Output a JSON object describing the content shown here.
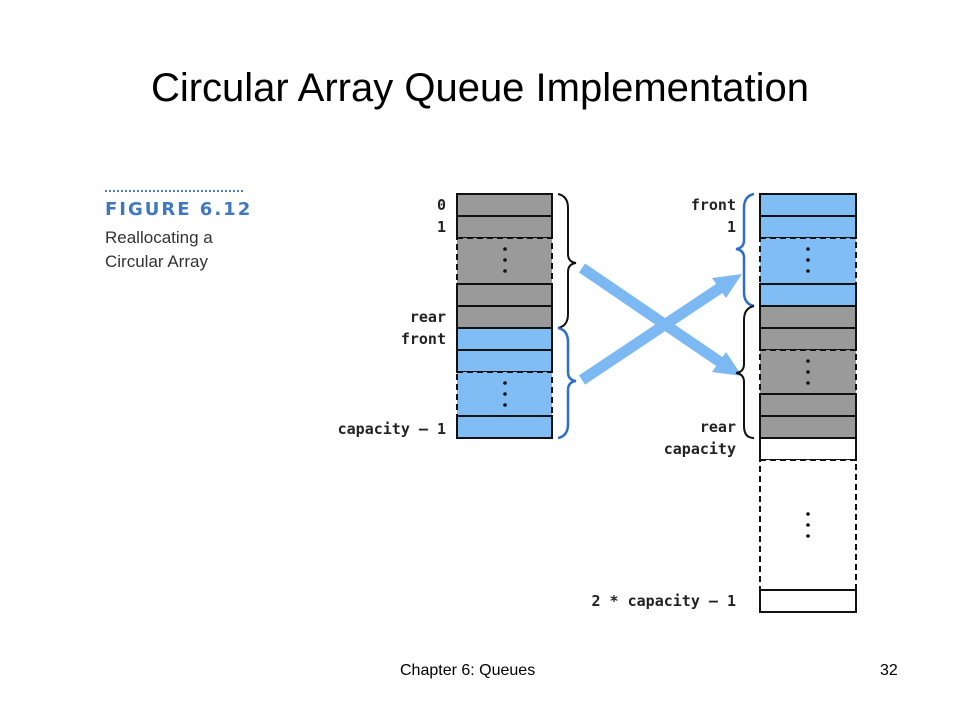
{
  "slide": {
    "title": "Circular Array Queue Implementation",
    "footer_left": "Chapter 6: Queues",
    "footer_right": "32"
  },
  "figure": {
    "label": "FIGURE 6.12",
    "caption": "Reallocating a Circular Array"
  },
  "left_array": {
    "labels": {
      "index0": "0",
      "index1": "1",
      "rear": "rear",
      "front": "front",
      "last": "capacity – 1"
    }
  },
  "right_array": {
    "labels": {
      "front": "front",
      "index1": "1",
      "rear": "rear",
      "capacity": "capacity",
      "last": "2 * capacity – 1"
    }
  },
  "colors": {
    "blue_cell": "#80bdf5",
    "gray_cell": "#9a9a9a",
    "empty_cell": "#ffffff",
    "brace": "#2f6fc9",
    "arrow": "#7cb9f2"
  }
}
